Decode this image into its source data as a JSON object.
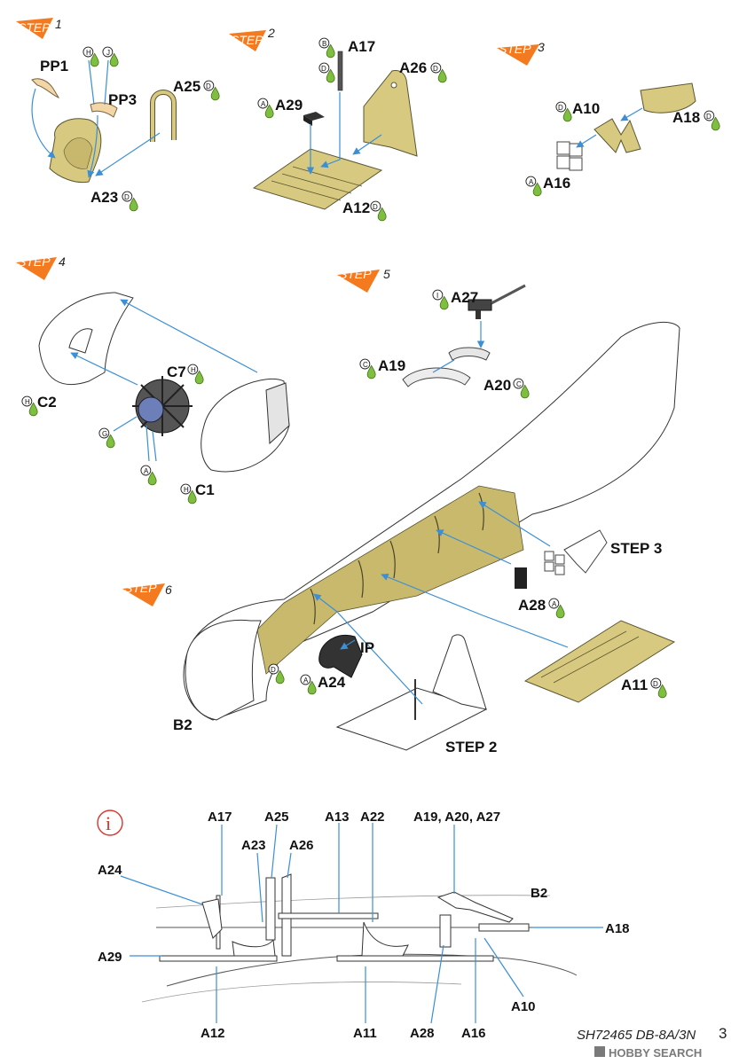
{
  "steps": {
    "step1": {
      "tag": "STEP",
      "num": "1"
    },
    "step2": {
      "tag": "STEP",
      "num": "2"
    },
    "step3": {
      "tag": "STEP",
      "num": "3"
    },
    "step4": {
      "tag": "STEP",
      "num": "4"
    },
    "step5": {
      "tag": "STEP",
      "num": "5"
    },
    "step6": {
      "tag": "STEP",
      "num": "6"
    }
  },
  "parts": {
    "pp1": "PP1",
    "pp3": "PP3",
    "a25": "A25",
    "a23": "A23",
    "a17": "A17",
    "a26": "A26",
    "a29": "A29",
    "a12": "A12",
    "a10": "A10",
    "a18": "A18",
    "a16": "A16",
    "c7": "C7",
    "c2": "C2",
    "c1": "C1",
    "a27": "A27",
    "a19": "A19",
    "a20": "A20",
    "a28": "A28",
    "ip": "IP",
    "a24": "A24",
    "b2": "B2",
    "a11": "A11",
    "step3_ref": "STEP 3",
    "step2_ref": "STEP 2"
  },
  "paint_codes": [
    "A",
    "B",
    "C",
    "D",
    "G",
    "H",
    "I",
    "J"
  ],
  "section_diagram": {
    "info_symbol": "i",
    "labels": {
      "a17": "A17",
      "a25": "A25",
      "a13": "A13",
      "a22": "A22",
      "a19_20_27": "A19, A20, A27",
      "a23": "A23",
      "a26": "A26",
      "a24": "A24",
      "b2": "B2",
      "a18": "A18",
      "a29": "A29",
      "a10": "A10",
      "a12": "A12",
      "a11": "A11",
      "a28": "A28",
      "a16": "A16"
    }
  },
  "footer": {
    "code": "SH72465 DB-8A/3N",
    "page": "3"
  },
  "watermark": {
    "text": "HOBBY SEARCH"
  },
  "colors": {
    "step_tag": "#f47a20",
    "olive": "#d8c980",
    "arrow": "#3a8fd6",
    "paint_drop": "#7fbf3f",
    "info": "#d9342b"
  }
}
